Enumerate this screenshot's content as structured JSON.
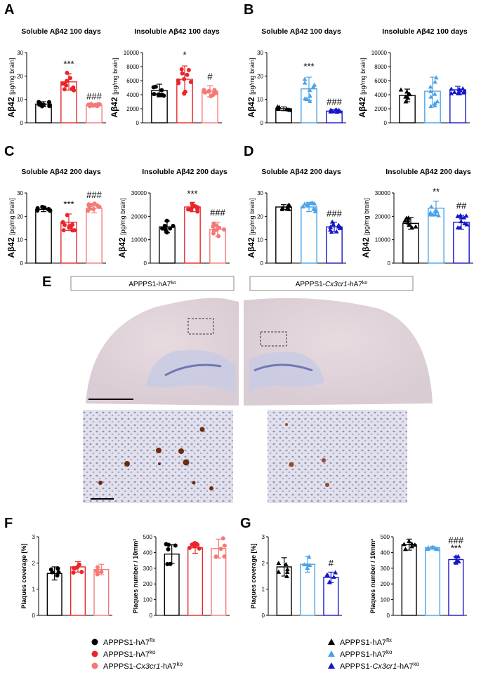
{
  "panels": {
    "A": "A",
    "B": "B",
    "C": "C",
    "D": "D",
    "E": "E",
    "F": "F",
    "G": "G"
  },
  "colors": {
    "flx": "#000000",
    "ko_red": "#e8262b",
    "cx3_red": "#f47a77",
    "ko_blue": "#4aa3ea",
    "cx3_blue": "#1616c8"
  },
  "images": {
    "label_left": "APPPS1-hA7",
    "label_left_sup": "ko",
    "label_right_pre": "APPPS1-",
    "label_right_italic": "Cx3cr1",
    "label_right_post": "-hA7",
    "label_right_sup": "ko"
  },
  "legend_left": [
    {
      "marker": "circle",
      "color": "#000000",
      "text": "APPPS1-hA7",
      "sup": "flx"
    },
    {
      "marker": "circle",
      "color": "#e8262b",
      "text": "APPPS1-hA7",
      "sup": "ko"
    },
    {
      "marker": "circle",
      "color": "#f47a77",
      "text_pre": "APPPS1-",
      "text_italic": "Cx3cr1",
      "text": "-hA7",
      "sup": "ko"
    }
  ],
  "legend_right": [
    {
      "marker": "triangle",
      "color": "#000000",
      "text": "APPPS1-hA7",
      "sup": "flx"
    },
    {
      "marker": "triangle",
      "color": "#4aa3ea",
      "text": "APPPS1-hA7",
      "sup": "ko"
    },
    {
      "marker": "triangle",
      "color": "#1616c8",
      "text_pre": "APPPS1-",
      "text_italic": "Cx3cr1",
      "text": "-hA7",
      "sup": "ko"
    }
  ],
  "chart_data": [
    {
      "id": "A1",
      "type": "bar",
      "title": "Soluble Aβ42 100 days",
      "ylabel_main": "Aβ42",
      "ylabel_unit": "[pg/mg brain]",
      "ylim": [
        0,
        30
      ],
      "yticks": [
        0,
        10,
        20,
        30
      ],
      "marker": "circle",
      "series": [
        {
          "values": [
            8
          ],
          "sd": 1
        },
        {
          "values": [
            17.5
          ],
          "sd": 3.5
        },
        {
          "values": [
            7.5
          ],
          "sd": 0.6
        }
      ],
      "annotations": [
        "",
        "***",
        "###"
      ]
    },
    {
      "id": "A2",
      "type": "bar",
      "title": "Insoluble Aβ42 100 days",
      "ylabel_main": "Aβ42",
      "ylabel_unit": "[pg/mg brain]",
      "ylim": [
        0,
        10000
      ],
      "yticks": [
        0,
        2000,
        4000,
        6000,
        8000,
        10000
      ],
      "marker": "circle",
      "series": [
        {
          "values": [
            4600
          ],
          "sd": 900
        },
        {
          "values": [
            6200
          ],
          "sd": 1900
        },
        {
          "values": [
            4500
          ],
          "sd": 800
        }
      ],
      "annotations": [
        "",
        "*",
        "#"
      ]
    },
    {
      "id": "B1",
      "type": "bar",
      "title": "Soluble Aβ42 100 days",
      "ylabel_main": "Aβ42",
      "ylabel_unit": "[pg/mg brain]",
      "ylim": [
        0,
        30
      ],
      "yticks": [
        0,
        10,
        20,
        30
      ],
      "marker": "triangle",
      "series": [
        {
          "values": [
            6
          ],
          "sd": 0.8
        },
        {
          "values": [
            14.5
          ],
          "sd": 5
        },
        {
          "values": [
            5
          ],
          "sd": 0.7
        }
      ],
      "annotations": [
        "",
        "***",
        "###"
      ]
    },
    {
      "id": "B2",
      "type": "bar",
      "title": "Insoluble Aβ42 100 days",
      "ylabel_main": "Aβ42",
      "ylabel_unit": "[pg/mg brain]",
      "ylim": [
        0,
        10000
      ],
      "yticks": [
        0,
        2000,
        4000,
        6000,
        8000,
        10000
      ],
      "marker": "triangle",
      "series": [
        {
          "values": [
            3900
          ],
          "sd": 900
        },
        {
          "values": [
            4500
          ],
          "sd": 2000
        },
        {
          "values": [
            4700
          ],
          "sd": 500
        }
      ],
      "annotations": [
        "",
        "",
        ""
      ]
    },
    {
      "id": "C1",
      "type": "bar",
      "title": "Soluble Aβ42 200 days",
      "ylabel_main": "Aβ42",
      "ylabel_unit": "[pg/mg brain]",
      "ylim": [
        0,
        30
      ],
      "yticks": [
        0,
        10,
        20,
        30
      ],
      "marker": "circle",
      "series": [
        {
          "values": [
            23
          ],
          "sd": 1
        },
        {
          "values": [
            17.5
          ],
          "sd": 3.5
        },
        {
          "values": [
            23.5
          ],
          "sd": 2
        }
      ],
      "annotations": [
        "",
        "***",
        "###"
      ]
    },
    {
      "id": "C2",
      "type": "bar",
      "title": "Insoluble Aβ42 200 days",
      "ylabel_main": "Aβ42",
      "ylabel_unit": "[pg/mg brain]",
      "ylim": [
        0,
        30000
      ],
      "yticks": [
        0,
        10000,
        20000,
        30000
      ],
      "marker": "circle",
      "series": [
        {
          "values": [
            15500
          ],
          "sd": 2500
        },
        {
          "values": [
            24000
          ],
          "sd": 2000
        },
        {
          "values": [
            14500
          ],
          "sd": 3000
        }
      ],
      "annotations": [
        "",
        "***",
        "###"
      ]
    },
    {
      "id": "D1",
      "type": "bar",
      "title": "Soluble Aβ42 200 days",
      "ylabel_main": "Aβ42",
      "ylabel_unit": "[pg/mg brain]",
      "ylim": [
        0,
        30
      ],
      "yticks": [
        0,
        10,
        20,
        30
      ],
      "marker": "triangle",
      "series": [
        {
          "values": [
            24
          ],
          "sd": 1
        },
        {
          "values": [
            24
          ],
          "sd": 2
        },
        {
          "values": [
            15.5
          ],
          "sd": 2
        }
      ],
      "annotations": [
        "",
        "",
        "###"
      ]
    },
    {
      "id": "D2",
      "type": "bar",
      "title": "Insoluble Aβ42 200 days",
      "ylabel_main": "Aβ42",
      "ylabel_unit": "[pg/mg brain]",
      "ylim": [
        0,
        30000
      ],
      "yticks": [
        0,
        10000,
        20000,
        30000
      ],
      "marker": "triangle",
      "series": [
        {
          "values": [
            17000
          ],
          "sd": 2500
        },
        {
          "values": [
            23500
          ],
          "sd": 3000
        },
        {
          "values": [
            17500
          ],
          "sd": 3000
        }
      ],
      "annotations": [
        "",
        "**",
        "##"
      ]
    },
    {
      "id": "F1",
      "type": "bar",
      "title": "",
      "ylabel_main": "Plaques coverage [%]",
      "ylabel_unit": "",
      "ylim": [
        0,
        3
      ],
      "yticks": [
        0,
        1,
        2,
        3
      ],
      "marker": "circle",
      "series": [
        {
          "values": [
            1.6
          ],
          "sd": 0.25
        },
        {
          "values": [
            1.85
          ],
          "sd": 0.2
        },
        {
          "values": [
            1.75
          ],
          "sd": 0.2
        }
      ],
      "annotations": [
        "",
        "",
        ""
      ]
    },
    {
      "id": "F2",
      "type": "bar",
      "title": "",
      "ylabel_main": "Plaques number / 10mm²",
      "ylabel_unit": "",
      "ylim": [
        0,
        500
      ],
      "yticks": [
        0,
        100,
        200,
        300,
        400,
        500
      ],
      "marker": "circle",
      "series": [
        {
          "values": [
            390
          ],
          "sd": 60
        },
        {
          "values": [
            430
          ],
          "sd": 35
        },
        {
          "values": [
            425
          ],
          "sd": 60
        }
      ],
      "annotations": [
        "",
        "",
        ""
      ]
    },
    {
      "id": "G1",
      "type": "bar",
      "title": "",
      "ylabel_main": "Plaques coverage [%]",
      "ylabel_unit": "",
      "ylim": [
        0,
        3
      ],
      "yticks": [
        0,
        1,
        2,
        3
      ],
      "marker": "triangle",
      "series": [
        {
          "values": [
            1.85
          ],
          "sd": 0.35
        },
        {
          "values": [
            1.95
          ],
          "sd": 0.3
        },
        {
          "values": [
            1.45
          ],
          "sd": 0.2
        }
      ],
      "annotations": [
        "",
        "",
        "#"
      ]
    },
    {
      "id": "G2",
      "type": "bar",
      "title": "",
      "ylabel_main": "Plaques number / 10mm²",
      "ylabel_unit": "",
      "ylim": [
        0,
        500
      ],
      "yticks": [
        0,
        100,
        200,
        300,
        400,
        500
      ],
      "marker": "triangle",
      "series": [
        {
          "values": [
            450
          ],
          "sd": 35
        },
        {
          "values": [
            430
          ],
          "sd": 10
        },
        {
          "values": [
            355
          ],
          "sd": 20
        }
      ],
      "annotations": [
        "",
        "",
        "###\n***"
      ]
    }
  ]
}
